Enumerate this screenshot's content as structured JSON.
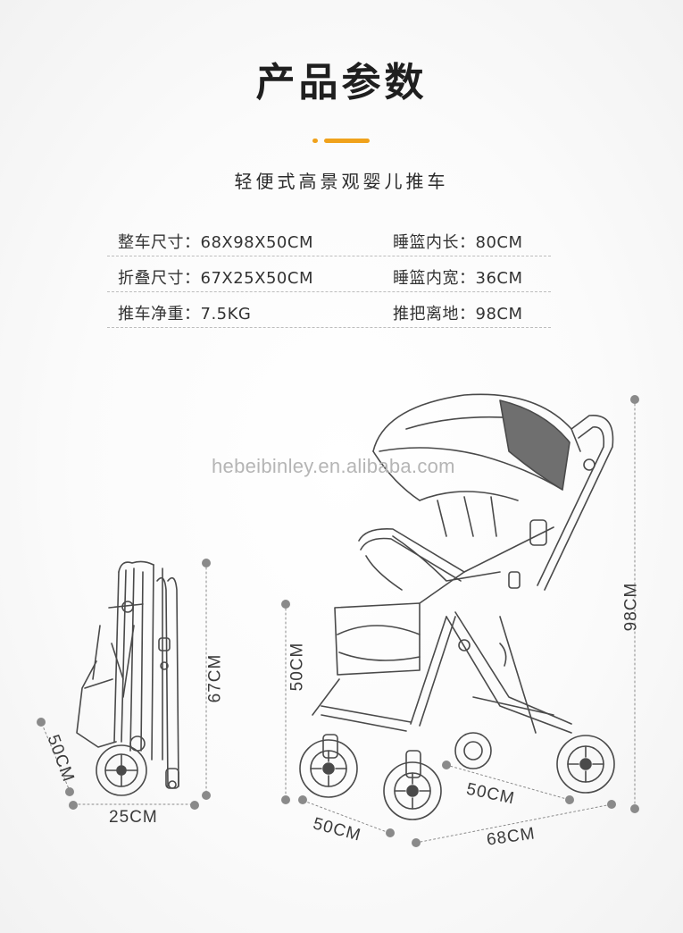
{
  "header": {
    "title": "产品参数",
    "subtitle": "轻便式高景观婴儿推车",
    "accent_color": "#f0a21c"
  },
  "specs": [
    {
      "left": "整车尺寸：68X98X50CM",
      "right": "睡篮内长：80CM"
    },
    {
      "left": "折叠尺寸：67X25X50CM",
      "right": "睡篮内宽：36CM"
    },
    {
      "left": "推车净重：7.5KG",
      "right": "推把离地：98CM"
    }
  ],
  "watermark": "hebeibinley.en.alibaba.com",
  "folded": {
    "height_label": "67CM",
    "width_label": "25CM",
    "depth_label": "50CM"
  },
  "stroller": {
    "height_label": "98CM",
    "seat_height_label": "50CM",
    "width_label": "50CM",
    "length_label": "68CM",
    "wheel_track_label": "50CM"
  }
}
